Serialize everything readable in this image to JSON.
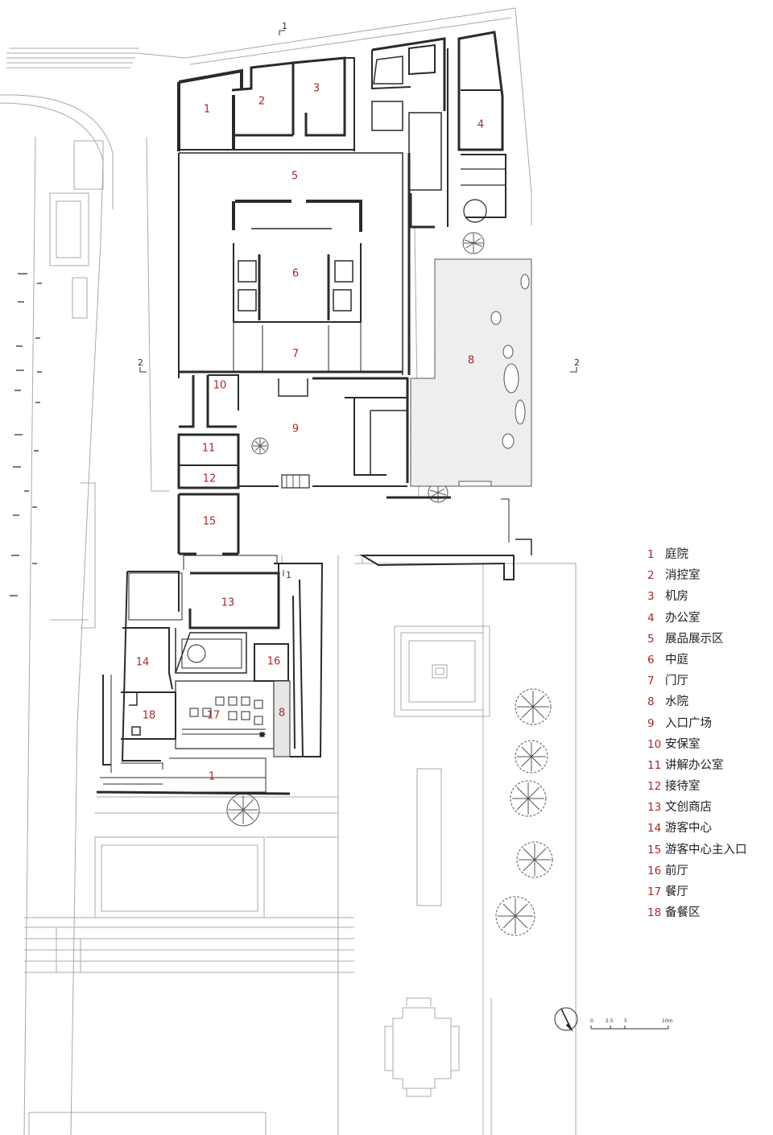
{
  "room_labels": {
    "1a": "1",
    "2": "2",
    "3": "3",
    "4": "4",
    "5": "5",
    "6": "6",
    "7": "7",
    "8a": "8",
    "9": "9",
    "10": "10",
    "11": "11",
    "12": "12",
    "15": "15",
    "13": "13",
    "14": "14",
    "16": "16",
    "17": "17",
    "18": "18",
    "8b": "8",
    "1b": "1"
  },
  "section_marks": {
    "north": "1",
    "south": "1",
    "west": "2",
    "east": "2"
  },
  "scale_bar": {
    "ticks": [
      "0",
      "2.5",
      "5",
      "10m"
    ]
  },
  "legend": [
    {
      "num": "1",
      "label": "庭院"
    },
    {
      "num": "2",
      "label": "消控室"
    },
    {
      "num": "3",
      "label": "机房"
    },
    {
      "num": "4",
      "label": "办公室"
    },
    {
      "num": "5",
      "label": "展品展示区"
    },
    {
      "num": "6",
      "label": "中庭"
    },
    {
      "num": "7",
      "label": "门厅"
    },
    {
      "num": "8",
      "label": "水院"
    },
    {
      "num": "9",
      "label": "入口广场"
    },
    {
      "num": "10",
      "label": "安保室"
    },
    {
      "num": "11",
      "label": "讲解办公室"
    },
    {
      "num": "12",
      "label": "接待室"
    },
    {
      "num": "13",
      "label": "文创商店"
    },
    {
      "num": "14",
      "label": "游客中心"
    },
    {
      "num": "15",
      "label": "游客中心主入口"
    },
    {
      "num": "16",
      "label": "前厅"
    },
    {
      "num": "17",
      "label": "餐厅"
    },
    {
      "num": "18",
      "label": "备餐区"
    }
  ],
  "colors": {
    "label_red": "#a8282a",
    "wall": "#2a2a2a",
    "thin_line": "#9a9a9a",
    "water": "#ececec"
  }
}
